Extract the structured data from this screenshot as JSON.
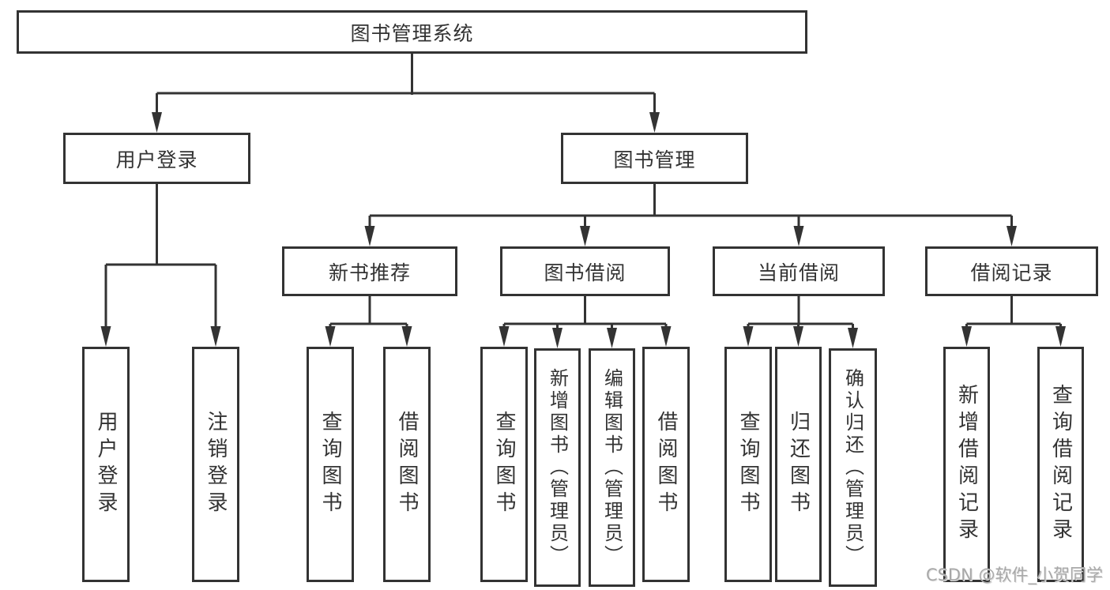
{
  "colors": {
    "line": "#333333",
    "text": "#333333",
    "box_background": "#ffffff",
    "page_background": "#ffffff",
    "watermark": "#a8a8a8"
  },
  "diagram": {
    "root": {
      "label": "图书管理系统"
    },
    "user_login": {
      "label": "用户登录",
      "children": {
        "login": "用户登录",
        "logout": "注销登录"
      }
    },
    "book_management": {
      "label": "图书管理",
      "sections": {
        "new_book": {
          "label": "新书推荐",
          "children": {
            "query_book": "查询图书",
            "borrow_book": "借阅图书"
          }
        },
        "book_borrow": {
          "label": "图书借阅",
          "children": {
            "query_book": "查询图书",
            "add_book_admin": "新增图书（管理员）",
            "edit_book_admin": "编辑图书（管理员）",
            "borrow_book": "借阅图书"
          }
        },
        "current_borrow": {
          "label": "当前借阅",
          "children": {
            "query_book": "查询图书",
            "return_book": "归还图书",
            "confirm_return_admin": "确认归还（管理员）"
          }
        },
        "borrow_record": {
          "label": "借阅记录",
          "children": {
            "add_record": "新增借阅记录",
            "query_record": "查询借阅记录"
          }
        }
      }
    }
  },
  "watermark": {
    "text": "CSDN @软件_小贺同学"
  }
}
